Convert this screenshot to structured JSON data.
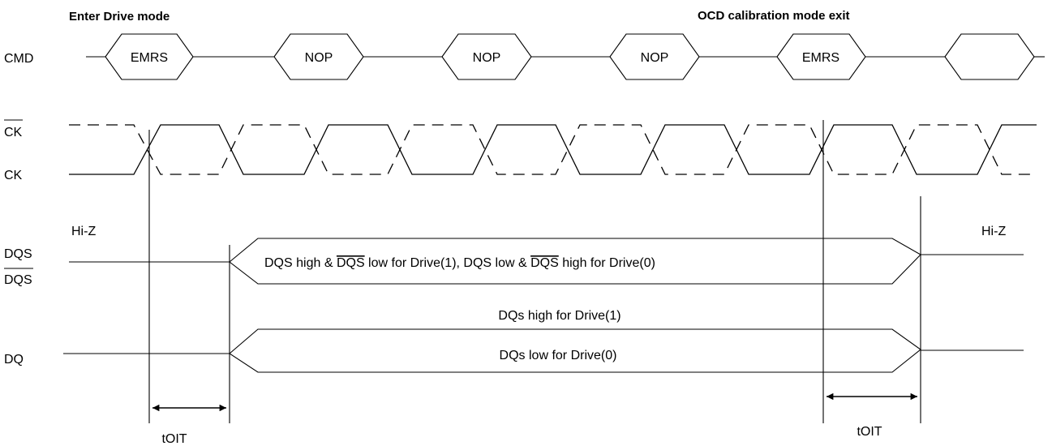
{
  "annotations": {
    "enter_drive_mode": "Enter Drive mode",
    "ocd_exit": "OCD calibration mode exit"
  },
  "signals": {
    "cmd": "CMD",
    "ck_bar": "CK",
    "ck": "CK",
    "dqs": "DQS",
    "dqs_bar": "DQS",
    "dq": "DQ"
  },
  "commands": [
    "EMRS",
    "NOP",
    "NOP",
    "NOP",
    "EMRS",
    ""
  ],
  "states": {
    "hiz_left": "Hi-Z",
    "hiz_right": "Hi-Z"
  },
  "dqs_bus": {
    "part1": "DQS high & ",
    "over1": "DQS",
    "part2": " low for Drive(1), DQS low & ",
    "over2": "DQS",
    "part3": " high for Drive(0)"
  },
  "dq_bus": {
    "high": "DQs high for Drive(1)",
    "low": "DQs low for Drive(0)"
  },
  "timing": {
    "toit_left": "tOIT",
    "toit_right": "tOIT"
  }
}
